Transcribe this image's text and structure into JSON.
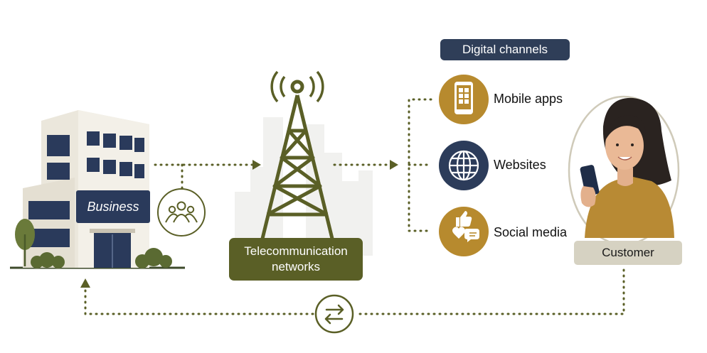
{
  "digital_channels": {
    "title": "Digital channels",
    "items": [
      {
        "label": "Mobile apps",
        "icon": "smartphone-icon",
        "color": "#b78a2e"
      },
      {
        "label": "Websites",
        "icon": "globe-icon",
        "color": "#2c3c5a"
      },
      {
        "label": "Social media",
        "icon": "social-media-icon",
        "color": "#b78a2e"
      }
    ]
  },
  "business": {
    "label": "Business",
    "icon": "office-building-icon"
  },
  "network": {
    "label_line1": "Telecommunication",
    "label_line2": "networks",
    "icon": "cell-tower-icon"
  },
  "customer": {
    "label": "Customer",
    "icon": "customer-with-phone-icon"
  },
  "connectors": {
    "team_icon": "people-group-icon",
    "exchange_icon": "two-way-arrows-icon"
  },
  "colors": {
    "olive": "#5a5f26",
    "navy": "#2a3a5b",
    "mustard": "#b78a2e",
    "customer_pill": "#d6d2c2"
  }
}
